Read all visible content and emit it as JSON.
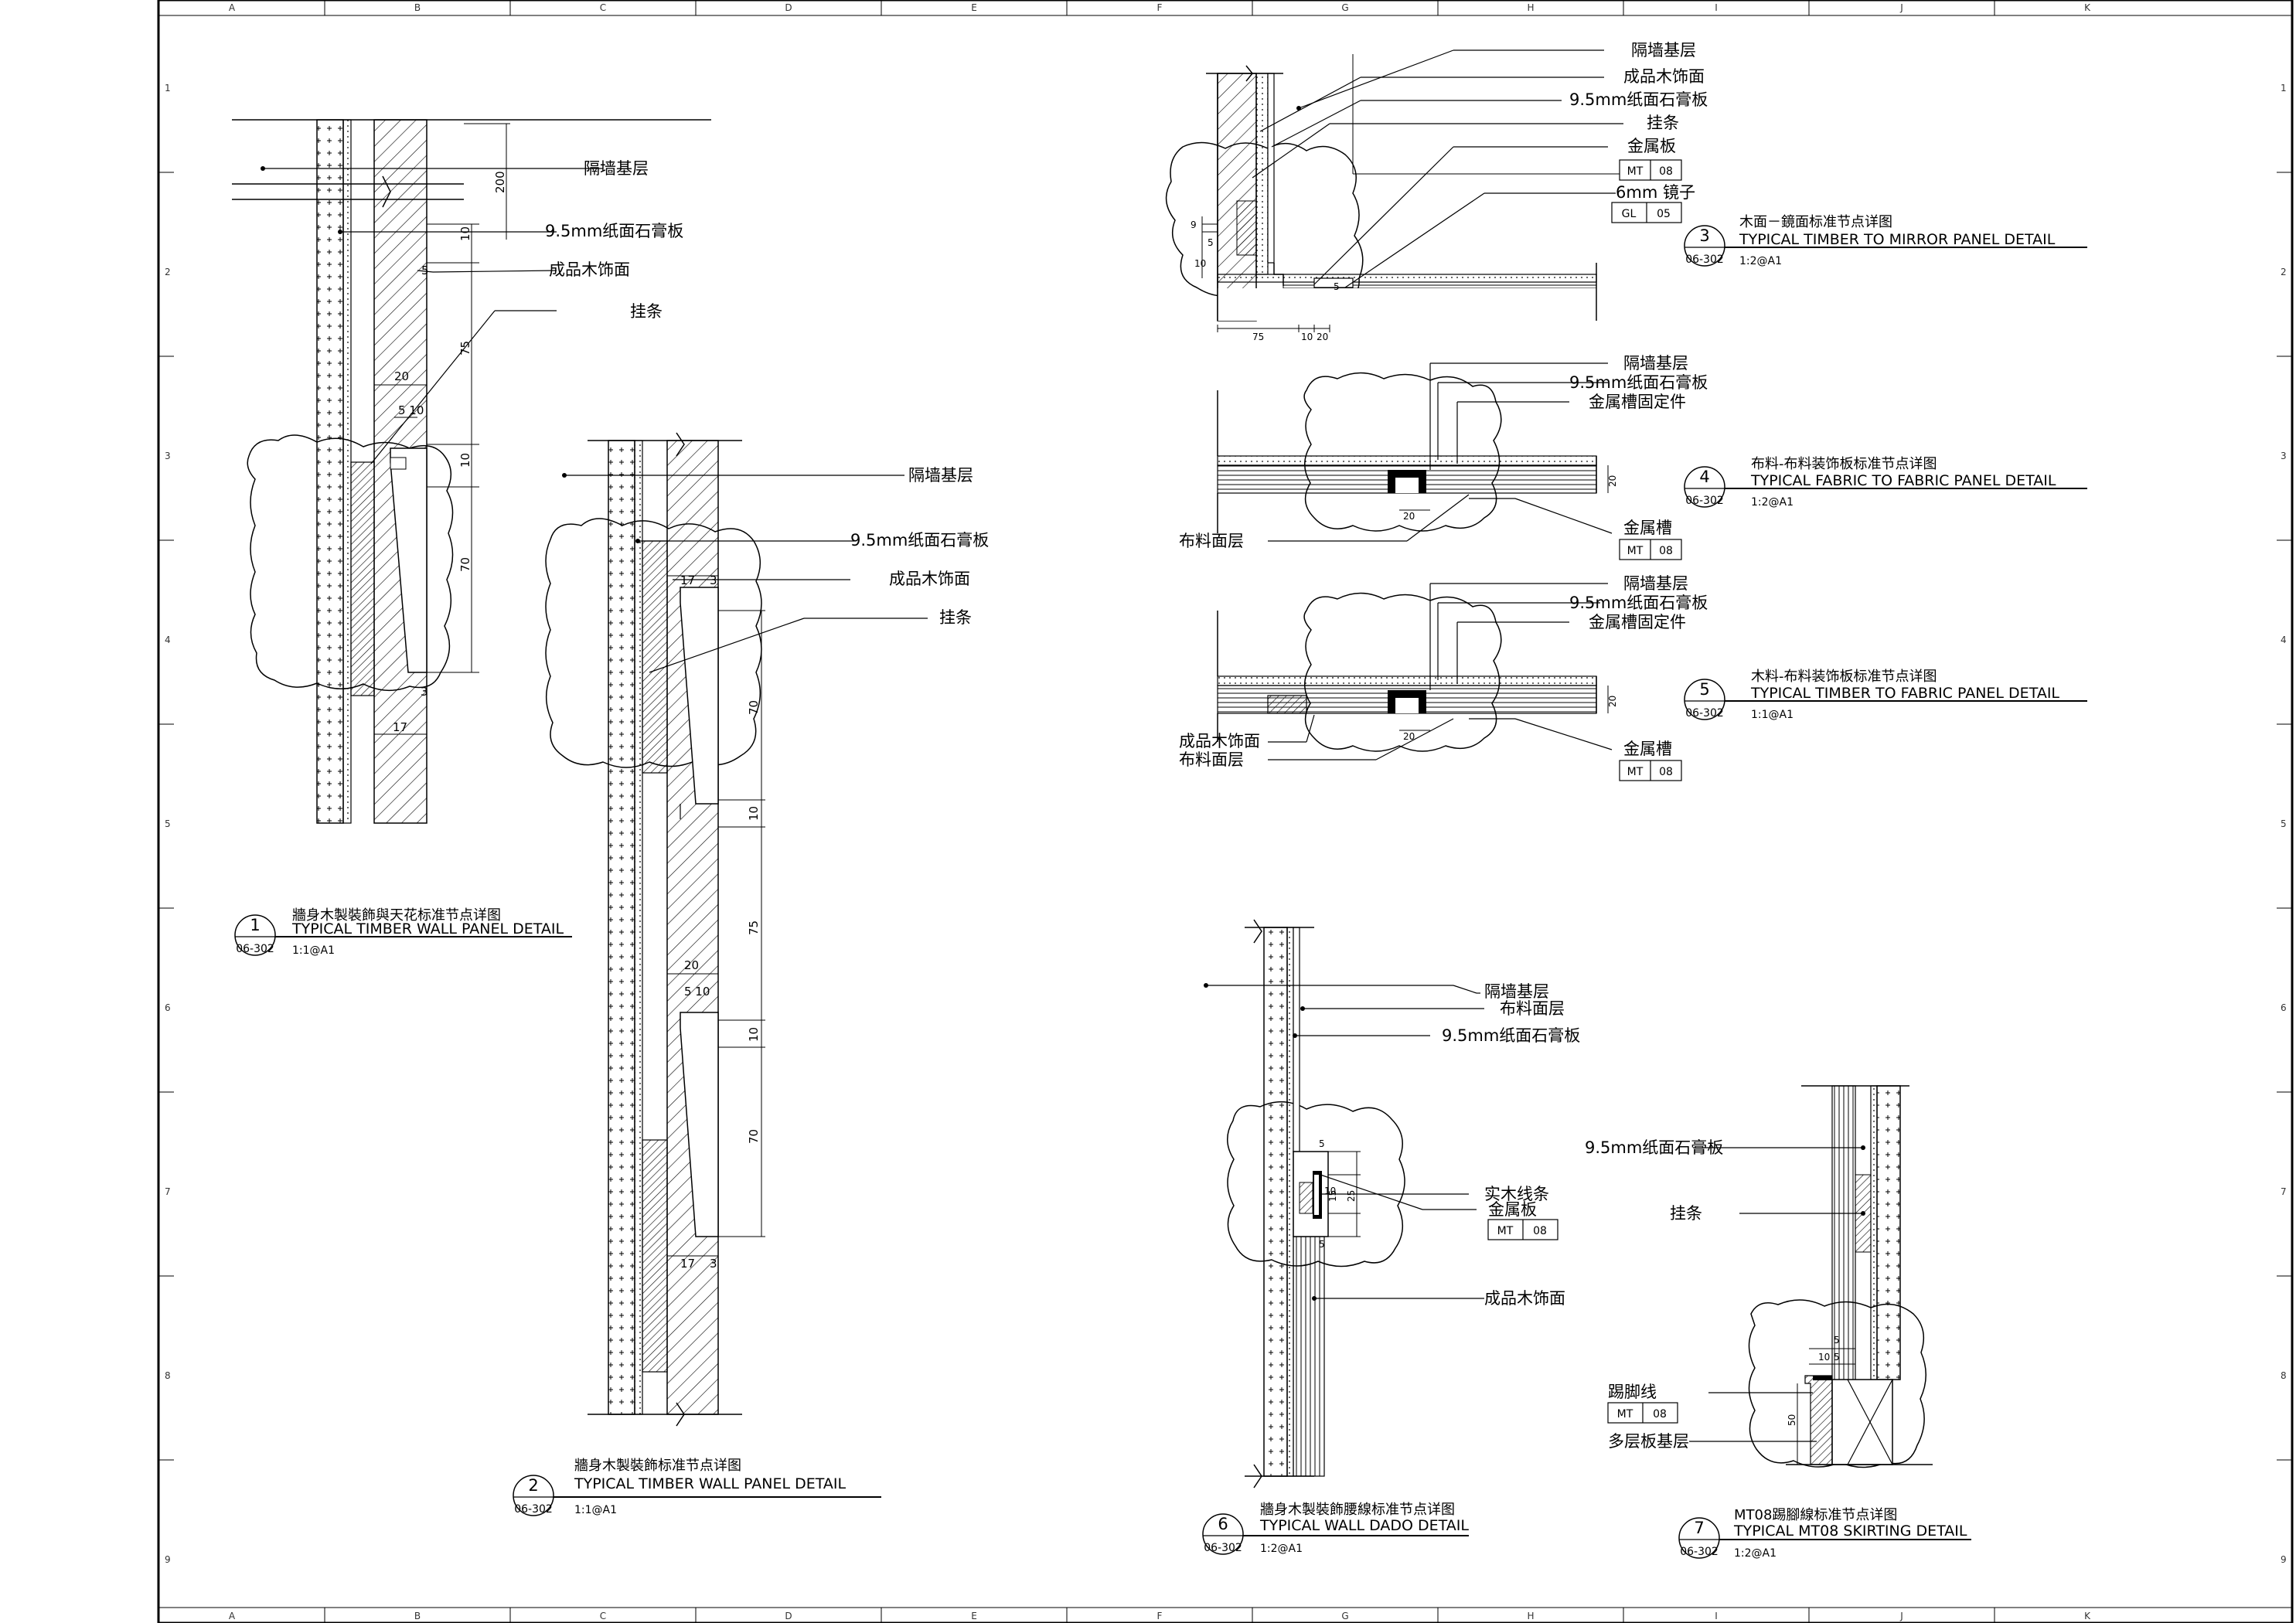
{
  "grid": {
    "columns": [
      "A",
      "B",
      "C",
      "D",
      "E",
      "F",
      "G",
      "H",
      "I",
      "J",
      "K"
    ],
    "rows": [
      "1",
      "2",
      "3",
      "4",
      "5",
      "6",
      "7",
      "8",
      "9"
    ]
  },
  "details": [
    {
      "num": "1",
      "ref": "06-302",
      "cn": "牆身木製裝飾與天花标准节点详图",
      "en": "TYPICAL TIMBER WALL PANEL DETAIL",
      "scale": "1:1@A1"
    },
    {
      "num": "2",
      "ref": "06-302",
      "cn": "牆身木製裝飾标准节点详图",
      "en": "TYPICAL TIMBER WALL PANEL DETAIL",
      "scale": "1:1@A1"
    },
    {
      "num": "3",
      "ref": "06-302",
      "cn": "木面－鏡面标准节点详图",
      "en": "TYPICAL TIMBER TO MIRROR PANEL DETAIL",
      "scale": "1:2@A1"
    },
    {
      "num": "4",
      "ref": "06-302",
      "cn": "布料-布料装饰板标准节点详图",
      "en": "TYPICAL FABRIC TO FABRIC PANEL DETAIL",
      "scale": "1:2@A1"
    },
    {
      "num": "5",
      "ref": "06-302",
      "cn": "木料-布料装饰板标准节点详图",
      "en": "TYPICAL TIMBER TO FABRIC PANEL DETAIL",
      "scale": "1:1@A1"
    },
    {
      "num": "6",
      "ref": "06-302",
      "cn": "牆身木製裝飾腰線标准节点详图",
      "en": "TYPICAL WALL DADO DETAIL",
      "scale": "1:2@A1"
    },
    {
      "num": "7",
      "ref": "06-302",
      "cn": "MT08踢腳線标准节点详图",
      "en": "TYPICAL MT08 SKIRTING DETAIL",
      "scale": "1:2@A1"
    }
  ],
  "labels": {
    "d1": [
      "隔墙基层",
      "9.5mm纸面石膏板",
      "成品木饰面",
      "挂条"
    ],
    "d2": [
      "隔墙基层",
      "9.5mm纸面石膏板",
      "成品木饰面",
      "挂条"
    ],
    "d3": [
      "隔墙基层",
      "成品木饰面",
      "9.5mm纸面石膏板",
      "挂条",
      "金属板",
      "6mm 镜子"
    ],
    "d4": [
      "隔墙基层",
      "9.5mm纸面石膏板",
      "金属槽固定件",
      "布料面层",
      "金属槽"
    ],
    "d5": [
      "隔墙基层",
      "9.5mm纸面石膏板",
      "金属槽固定件",
      "成品木饰面",
      "布料面层",
      "金属槽"
    ],
    "d6": [
      "隔墙基层",
      "布料面层",
      "9.5mm纸面石膏板",
      "实木线条",
      "金属板",
      "成品木饰面"
    ],
    "d7": [
      "9.5mm纸面石膏板",
      "挂条",
      "踢脚线",
      "多层板基层"
    ]
  },
  "tags": {
    "mt08": [
      "MT",
      "08"
    ],
    "gl05": [
      "GL",
      "05"
    ]
  },
  "dims": {
    "d1": [
      "200",
      "10",
      "5",
      "75",
      "20",
      "5 10",
      "10",
      "70",
      "17",
      "3"
    ],
    "d2": [
      "17",
      "3",
      "70",
      "10",
      "75",
      "20",
      "5 10",
      "10",
      "70",
      "17",
      "3"
    ],
    "d3": [
      "9",
      "5",
      "10",
      "75",
      "10",
      "20",
      "5"
    ],
    "d4": [
      "20",
      "20"
    ],
    "d5": [
      "20",
      "20"
    ],
    "d6": [
      "5",
      "15",
      "25",
      "10",
      "5"
    ],
    "d7": [
      "5",
      "10",
      "5",
      "50"
    ]
  }
}
